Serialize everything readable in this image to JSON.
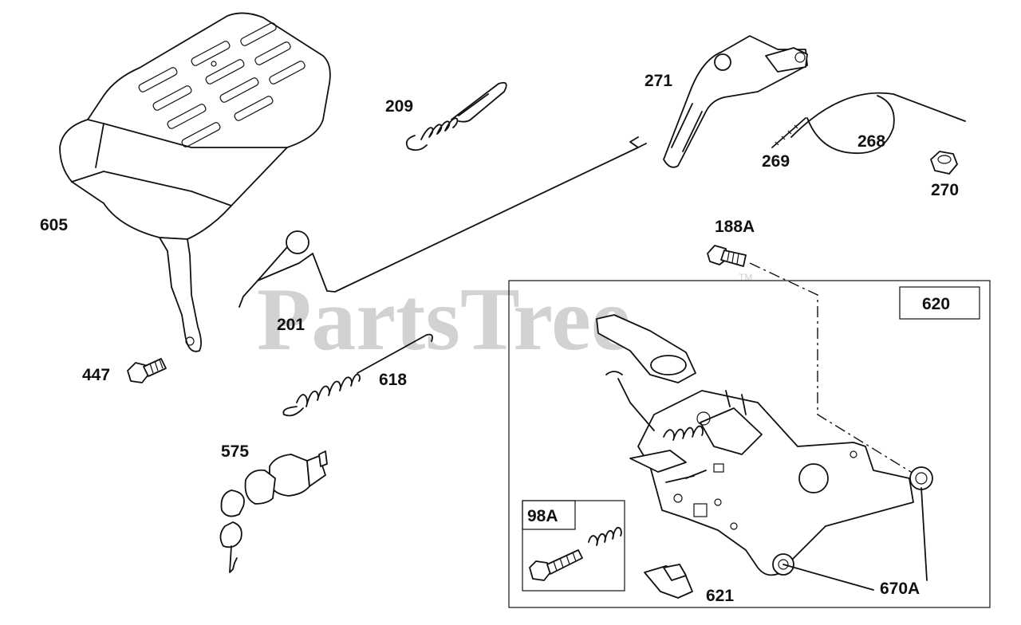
{
  "watermark": {
    "text": "PartsTree",
    "mark": "TM"
  },
  "labels": {
    "p605": "605",
    "p209": "209",
    "p271": "271",
    "p269": "269",
    "p268": "268",
    "p270": "270",
    "p188a": "188A",
    "p201": "201",
    "p447": "447",
    "p618": "618",
    "p575": "575",
    "p620": "620",
    "p98a": "98A",
    "p621": "621",
    "p670a": "670A"
  },
  "colors": {
    "line": "#111111",
    "watermark": "#d2d2d2",
    "background": "#ffffff"
  }
}
